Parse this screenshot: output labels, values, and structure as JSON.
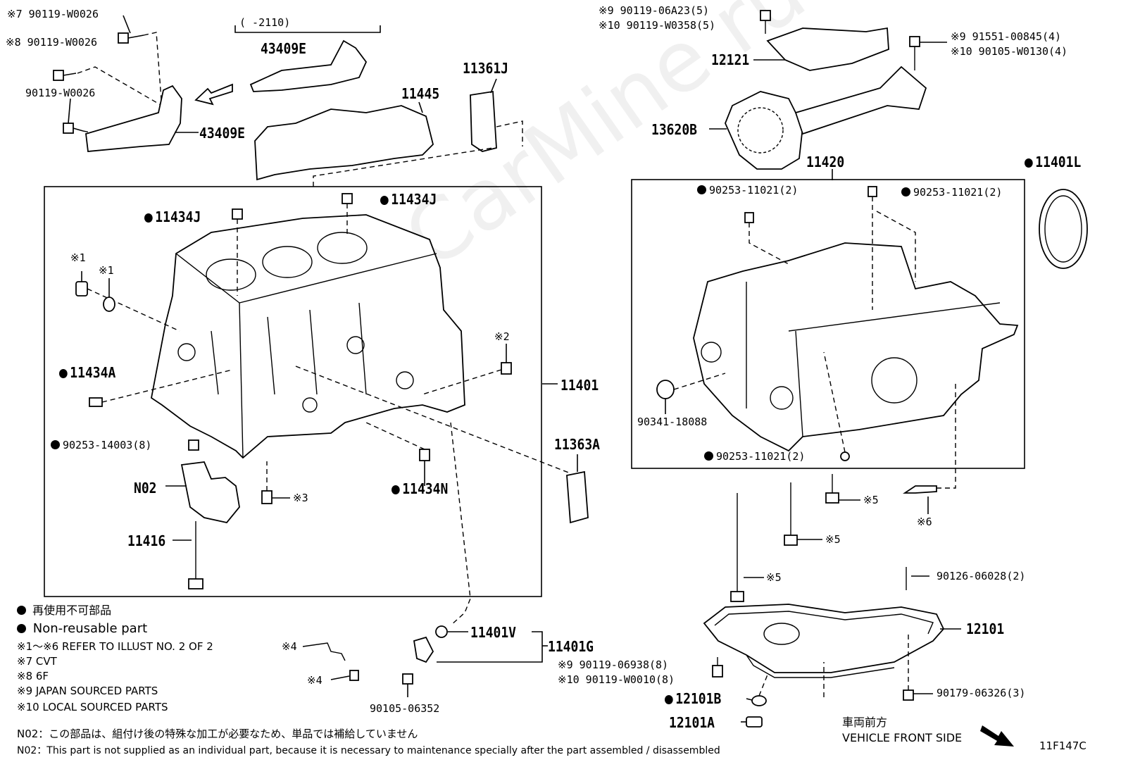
{
  "watermark": "ToyotaCarMine.ru",
  "diagram_code": "11F147C",
  "top_bracket_range": "(    -2110)",
  "vehicle_front": {
    "jp": "車両前方",
    "en": "VEHICLE FRONT SIDE"
  },
  "legend": {
    "nonreuse_jp": "再使用不可部品",
    "nonreuse_en": "Non-reusable part",
    "refer": "※1～※6  REFER TO ILLUST NO. 2 OF 2",
    "n7": "※7  CVT",
    "n8": "※8  6F",
    "n9": "※9 JAPAN SOURCED PARTS",
    "n10": "※10 LOCAL SOURCED PARTS",
    "n02_jp": "N02：この部品は、組付け後の特殊な加工が必要なため、単品では補給していません",
    "n02_en": "N02：This part is not supplied as an individual part, because it is necessary to maintenance specially after the part assembled / disassembled"
  },
  "labels": {
    "l_7_90119_W0026": "※7 90119-W0026",
    "l_8_90119_W0026": "※8 90119-W0026",
    "l_90119_W0026": "90119-W0026",
    "l_43409E_top": "43409E",
    "l_43409E": "43409E",
    "l_11361J": "11361J",
    "l_11445": "11445",
    "l_11434J_left": "11434J",
    "l_11434J_right": "11434J",
    "l_note1a": "※1",
    "l_note1b": "※1",
    "l_note2": "※2",
    "l_11434A": "11434A",
    "l_11401": "11401",
    "l_90253_14003": "90253-14003(8)",
    "l_N02": "N02",
    "l_note3": "※3",
    "l_11434N": "11434N",
    "l_11363A": "11363A",
    "l_11416": "11416",
    "l_note4a": "※4",
    "l_note4b": "※4",
    "l_11401V": "11401V",
    "l_11401G": "11401G",
    "l_90105_06352": "90105-06352",
    "l_9_90119_06A23": "※9  90119-06A23(5)",
    "l_10_90119_W0358": "※10 90119-W0358(5)",
    "l_9_91551_00845": "※9  91551-00845(4)",
    "l_10_90105_W0130": "※10 90105-W0130(4)",
    "l_12121": "12121",
    "l_13620B": "13620B",
    "l_11420": "11420",
    "l_11401L": "11401L",
    "l_90253_11021_a": "90253-11021(2)",
    "l_90253_11021_b": "90253-11021(2)",
    "l_90253_11021_c": "90253-11021(2)",
    "l_90341_18088": "90341-18088",
    "l_note5a": "※5",
    "l_note5b": "※5",
    "l_note5c": "※5",
    "l_note6": "※6",
    "l_90126_06028": "90126-06028(2)",
    "l_12101": "12101",
    "l_9_90119_06938": "※9  90119-06938(8)",
    "l_10_90119_W0010": "※10 90119-W0010(8)",
    "l_12101B": "12101B",
    "l_90179_06326": "90179-06326(3)",
    "l_12101A": "12101A"
  }
}
